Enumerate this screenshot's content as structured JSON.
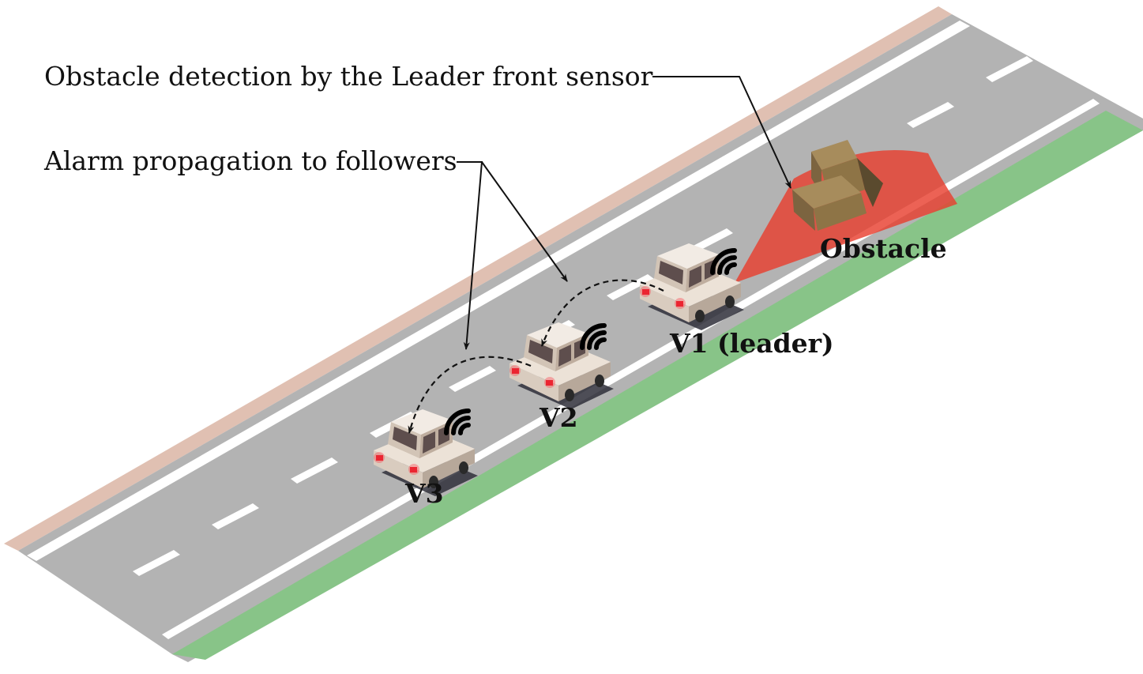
{
  "labels": {
    "obstacle_detection": "Obstacle detection by the Leader front sensor",
    "alarm_propagation": "Alarm propagation to followers",
    "obstacle": "Obstacle",
    "v1": "V1 (leader)",
    "v2": "V2",
    "v3": "V3"
  },
  "colors": {
    "road": "#b3b3b3",
    "lane_marking": "#ffffff",
    "sidewalk": "#e0c0b2",
    "grass": "#88c488",
    "sensor_cone": "#e8402f",
    "obstacle_box": "#8e7446",
    "car_body": "#e5d8cb",
    "tail_light": "#e0202a"
  },
  "icons": {
    "signal": "wifi-signal-icon",
    "car": "car-icon",
    "obstacle": "box-icon"
  }
}
